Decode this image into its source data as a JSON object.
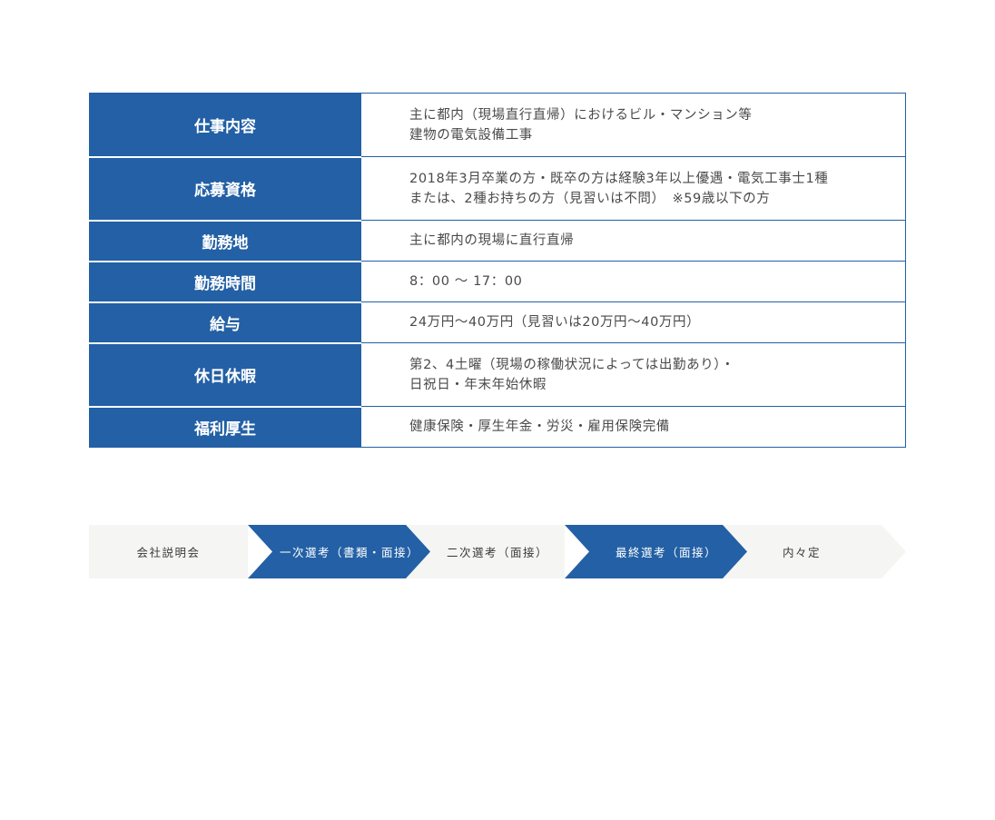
{
  "job_details": {
    "rows": [
      {
        "label": "仕事内容",
        "lines": [
          "主に都内（現場直行直帰）におけるビル・マンション等",
          "建物の電気設備工事"
        ]
      },
      {
        "label": "応募資格",
        "lines": [
          "2018年3月卒業の方・既卒の方は経験3年以上優遇・電気工事士1種",
          "または、2種お持ちの方（見習いは不問）　※59歳以下の方"
        ]
      },
      {
        "label": "勤務地",
        "lines": [
          "主に都内の現場に直行直帰"
        ]
      },
      {
        "label": "勤務時間",
        "lines": [
          "8：00 〜 17：00"
        ]
      },
      {
        "label": "給与",
        "lines": [
          "24万円〜40万円（見習いは20万円〜40万円）"
        ]
      },
      {
        "label": "休日休暇",
        "lines": [
          "第2、4土曜（現場の稼働状況によっては出勤あり）・",
          "日祝日・年末年始休暇"
        ]
      },
      {
        "label": "福利厚生",
        "lines": [
          "健康保険・厚生年金・労災・雇用保険完備"
        ]
      }
    ]
  },
  "selection_flow": {
    "steps": [
      {
        "label": "会社説明会",
        "highlighted": false
      },
      {
        "label": "一次選考（書類・面接）",
        "highlighted": true
      },
      {
        "label": "二次選考（面接）",
        "highlighted": false
      },
      {
        "label": "最終選考（面接）",
        "highlighted": true
      },
      {
        "label": "内々定",
        "highlighted": false
      }
    ]
  },
  "colors": {
    "brand_blue": "#2360a5",
    "step_light": "#f5f5f3",
    "text_gray": "#4a4a4a"
  }
}
